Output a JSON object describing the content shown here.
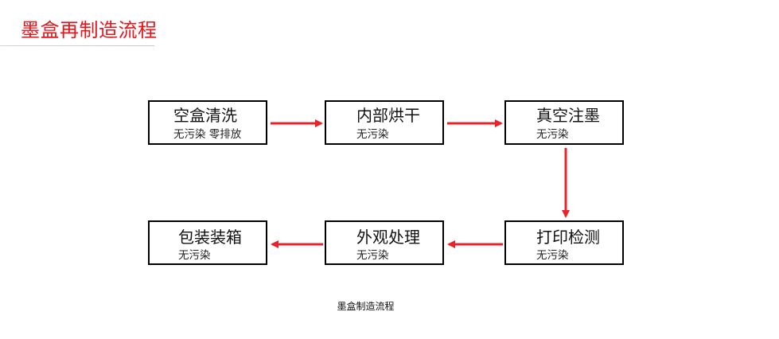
{
  "header": {
    "title": "墨盒再制造流程"
  },
  "diagram": {
    "steps": [
      {
        "name": "空盒清洗",
        "note": "无污染 零排放"
      },
      {
        "name": "内部烘干",
        "note": "无污染"
      },
      {
        "name": "真空注墨",
        "note": "无污染"
      },
      {
        "name": "打印检测",
        "note": "无污染"
      },
      {
        "name": "外观处理",
        "note": "无污染"
      },
      {
        "name": "包装装箱",
        "note": "无污染"
      }
    ],
    "arrow_color": "#e8232a",
    "caption": "墨盒制造流程"
  },
  "colors": {
    "title": "#e8141b",
    "border": "#000000"
  }
}
